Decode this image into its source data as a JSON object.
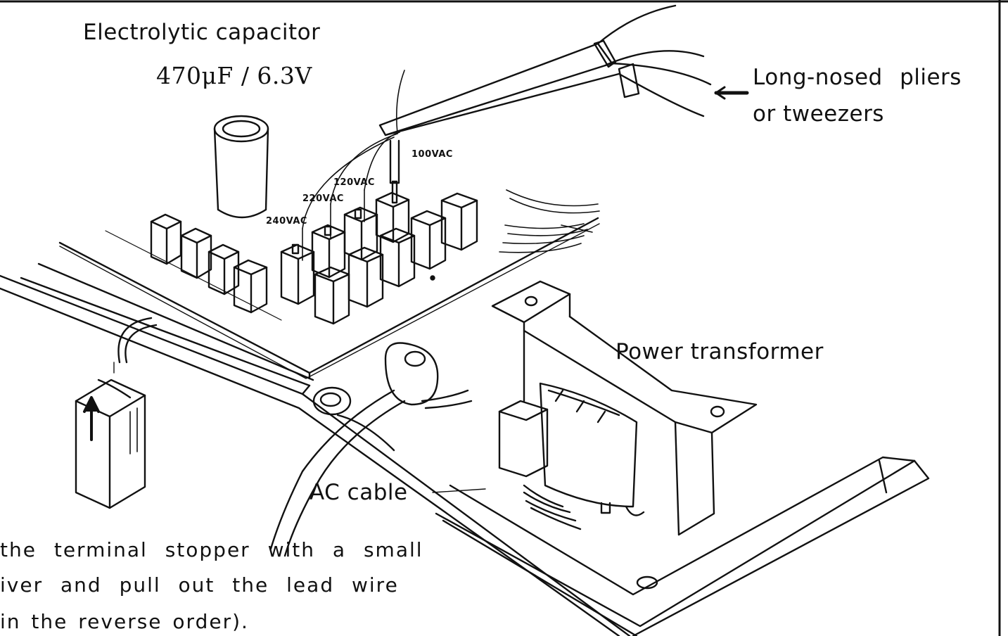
{
  "labels": {
    "capacitor_title": "Electrolytic capacitor",
    "capacitor_value": "470μF / 6.3V",
    "pliers_line1": "Long-nosed  pliers",
    "pliers_line2": "or tweezers",
    "voltage_100": "100VAC",
    "voltage_120": "120VAC",
    "voltage_220": "220VAC",
    "voltage_240": "240VAC",
    "transformer": "Power transformer",
    "ac_cable": "AC cable"
  },
  "caption": {
    "line1": "the terminal stopper with a small",
    "line2": "iver and pull out the lead wire",
    "line3": "in the reverse order)."
  },
  "colors": {
    "ink": "#111111",
    "paper": "#ffffff"
  }
}
